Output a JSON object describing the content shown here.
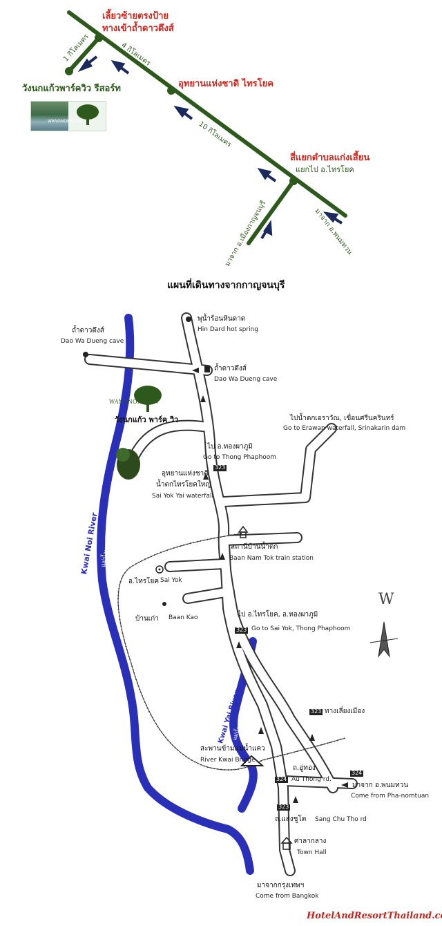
{
  "top_map": {
    "labels": {
      "turn_left_1": "เลี้ยวซ้ายตรงป้าย",
      "turn_left_2": "ทางเข้าถ้ำดาวดึงส์",
      "km1": "1 กิโลเมตร",
      "km4": "4 กิโลเมตร",
      "resort": "วังนกแก้วพาร์ควิว รีสอร์ท",
      "park": "อุทยานแห่งชาติ ไทรโยค",
      "km10": "10 กิโลเมตร",
      "junction": "สี่แยกตำบลแก่งเสี้ยน",
      "to_saiyok": "แยกไป อ.ไทรโยค",
      "from_mueang": "มาจาก อ.เมืองกาญจนบุรี",
      "from_phanom": "มาจาก อ.พนมทวน"
    },
    "logo_text": "WANGNOKKEAW"
  },
  "title": "แผนที่เดินทางจากกาญจนบุรี",
  "bottom_map": {
    "labels": {
      "hot_spring_th": "พุน้ำร้อนหินดาด",
      "hot_spring_en": "Hin Dard hot spring",
      "cave_left_th": "ถ้ำดาวดึงส์",
      "cave_left_en": "Dao Wa Dueng cave",
      "cave_right_th": "ถ้ำดาวดึงส์",
      "cave_right_en": "Dao Wa Dueng cave",
      "resort_th": "วังนกแก้ว พาร์ค วิว",
      "logo": "WANGNOKKEAW",
      "erawan_th": "ไปน้ำตกเอราวัณ, เขื่อนศรีนครินทร์",
      "erawan_en": "Go to Erawan waterfall, Srinakarin dam",
      "thong_th": "ไป อ.ทองผาภูมิ",
      "thong_en": "Go to Thong Phaphoom",
      "falls_th1": "อุทยานแห่งชาติ",
      "falls_th2": "น้ำตกไทรโยคใหญ่",
      "falls_en": "Sai Yok Yai waterfall",
      "station_th": "สถานีบ้านน้ำตก",
      "station_en": "Baan Nam Tok train station",
      "saiyok_th": "อ.ไทรโยค",
      "saiyok_en": "Sai Yok",
      "baankao_th": "บ้านเก่า",
      "baankao_en": "Baan Kao",
      "go_saiyok_th": "ไป อ.ไทรโยค, อ.ทองผาภูมิ",
      "go_saiyok_en": "Go to Sai Yok, Thong Phaphoom",
      "bypass_th": "ทางเลี่ยงเมือง",
      "bridge_th": "สะพานข้ามแม่น้ำแคว",
      "bridge_en": "River Kwai Bridge",
      "uthong_th": "ถ.อู่ทอง",
      "uthong_en": "Au Thong rd.",
      "phanom_th": "มาจาก อ.พนมทวน",
      "phanom_en": "Come from Pha-nomtuan",
      "sangchu_th": "ถ.แสงชูโต",
      "sangchu_en": "Sang Chu Tho rd",
      "townhall_th": "ศาลากลาง",
      "townhall_en": "Town Hall",
      "bangkok_th": "มาจากกรุงเทพฯ",
      "bangkok_en": "Come from Bangkok",
      "kwai_noi": "Kwai Noi River",
      "kwai_noi_th": "แม่น้ำแควน้อย",
      "kwai_yai": "Kwai Yai River",
      "kwai_yai_th": "แม่น้ำแควใหญ่",
      "compass": "W",
      "road_323a": "323",
      "road_323b": "323",
      "road_323c": "323",
      "road_323d": "323",
      "road_324a": "324",
      "road_324b": "324"
    }
  },
  "watermark": {
    "part1": "HotelAndResort",
    "part2": "Thailand",
    "part3": ".com"
  },
  "colors": {
    "road_green": "#2d5a1c",
    "arrow_navy": "#1a2a5c",
    "red_text": "#d4241c",
    "river_blue": "#2a2fb8",
    "watermark_red": "#c0281f"
  }
}
